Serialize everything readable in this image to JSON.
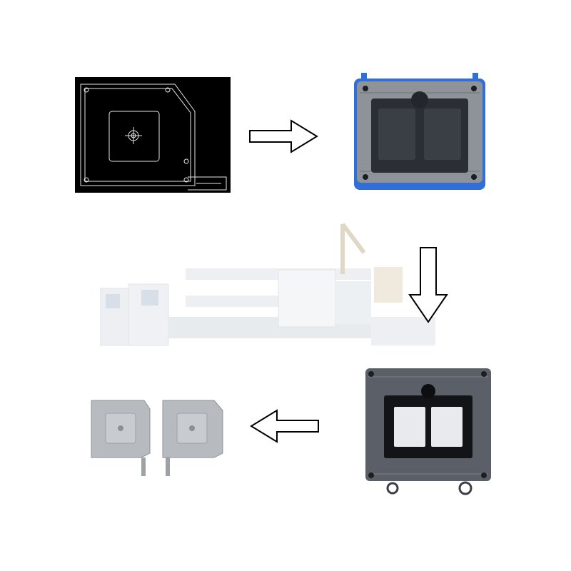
{
  "diagram": {
    "steps": [
      {
        "id": "cad-drawing",
        "icon": "cad-drawing-icon"
      },
      {
        "id": "mold-blue",
        "icon": "die-casting-mold-icon"
      },
      {
        "id": "machine",
        "icon": "die-casting-machine-icon"
      },
      {
        "id": "mold-dark",
        "icon": "die-casting-mold-icon"
      },
      {
        "id": "castings",
        "icon": "cast-part-icon"
      }
    ],
    "arrows": [
      {
        "from": "cad-drawing",
        "to": "mold-blue",
        "direction": "right"
      },
      {
        "from": "machine",
        "to": "mold-dark",
        "direction": "down"
      },
      {
        "from": "mold-dark",
        "to": "castings",
        "direction": "left"
      }
    ],
    "colors": {
      "background": "#ffffff",
      "cad_background": "#000000",
      "cad_lines": "#e6e6e6",
      "mold_steel": "#8e9399",
      "mold_accent_blue": "#2f6fd6",
      "cavity_dark": "#2b2f35",
      "machine_faded": "#dfe3e8",
      "casting_gray": "#b7bbbf"
    }
  }
}
